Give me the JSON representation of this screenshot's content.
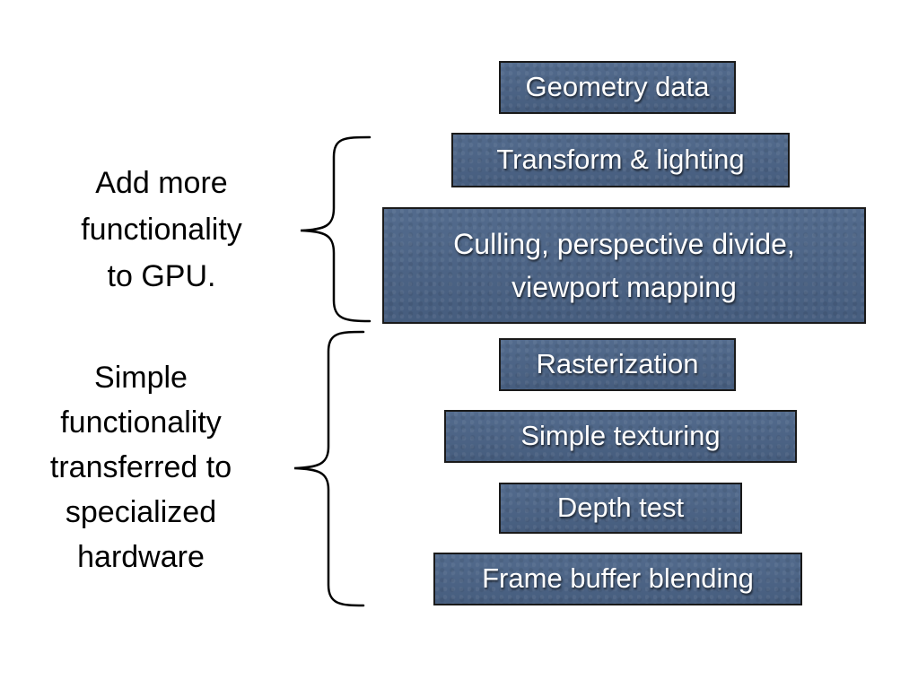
{
  "pipeline": {
    "stages": [
      "Geometry data",
      "Transform & lighting",
      "Culling, perspective divide,\nviewport  mapping",
      "Rasterization",
      "Simple texturing",
      "Depth test",
      "Frame buffer blending"
    ]
  },
  "annotations": {
    "upper": "Add more\nfunctionality\nto GPU.",
    "lower": "Simple\nfunctionality\ntransferred to\nspecialized\nhardware"
  },
  "colors": {
    "box_fill": "#4a6284",
    "box_border": "#1a1a1a",
    "box_text": "#ffffff",
    "text": "#000000"
  }
}
